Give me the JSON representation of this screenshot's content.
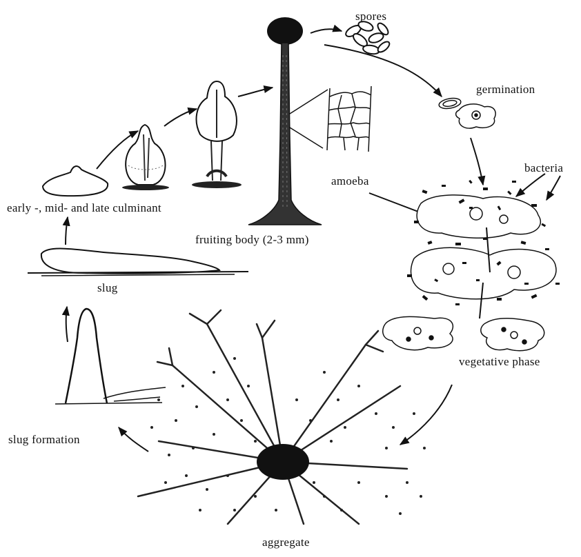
{
  "labels": {
    "spores": "spores",
    "germination": "germination",
    "bacteria": "bacteria",
    "amoeba": "amoeba",
    "culminant": "early -, mid- and late culminant",
    "fruiting_body": "fruiting body (2-3 mm)",
    "slug": "slug",
    "vegetative_phase": "vegetative phase",
    "slug_formation": "slug formation",
    "aggregate": "aggregate"
  },
  "colors": {
    "ink": "#111111",
    "background": "#ffffff"
  }
}
